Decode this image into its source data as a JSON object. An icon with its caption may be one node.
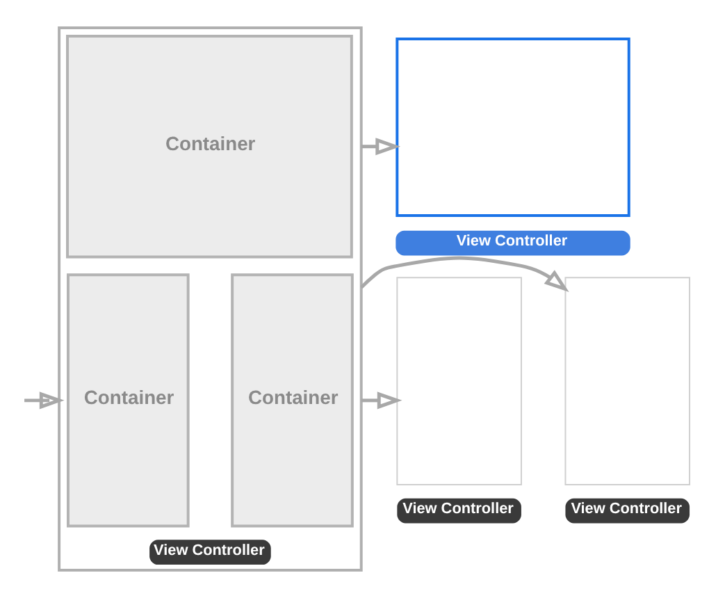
{
  "diagram": {
    "nodes": [
      {
        "text": [
          "View Controller"
        ]
      },
      {
        "text": [
          "Container"
        ],
        "in": 0
      },
      {
        "text": [
          "Container"
        ],
        "in": 0
      },
      {
        "text": [
          "Container"
        ],
        "in": 0
      },
      {
        "text": [
          "View Controller"
        ]
      },
      {
        "text": [
          "View Controller"
        ]
      },
      {
        "text": [
          "View Controller"
        ]
      }
    ],
    "edges": [
      {
        "from": null,
        "to": 0,
        "arrow": "to"
      },
      {
        "from": 0,
        "to": 4,
        "arrow": "to"
      },
      {
        "from": 0,
        "to": 5,
        "arrow": "to"
      },
      {
        "from": 0,
        "to": 6,
        "arrow": "to"
      }
    ]
  }
}
